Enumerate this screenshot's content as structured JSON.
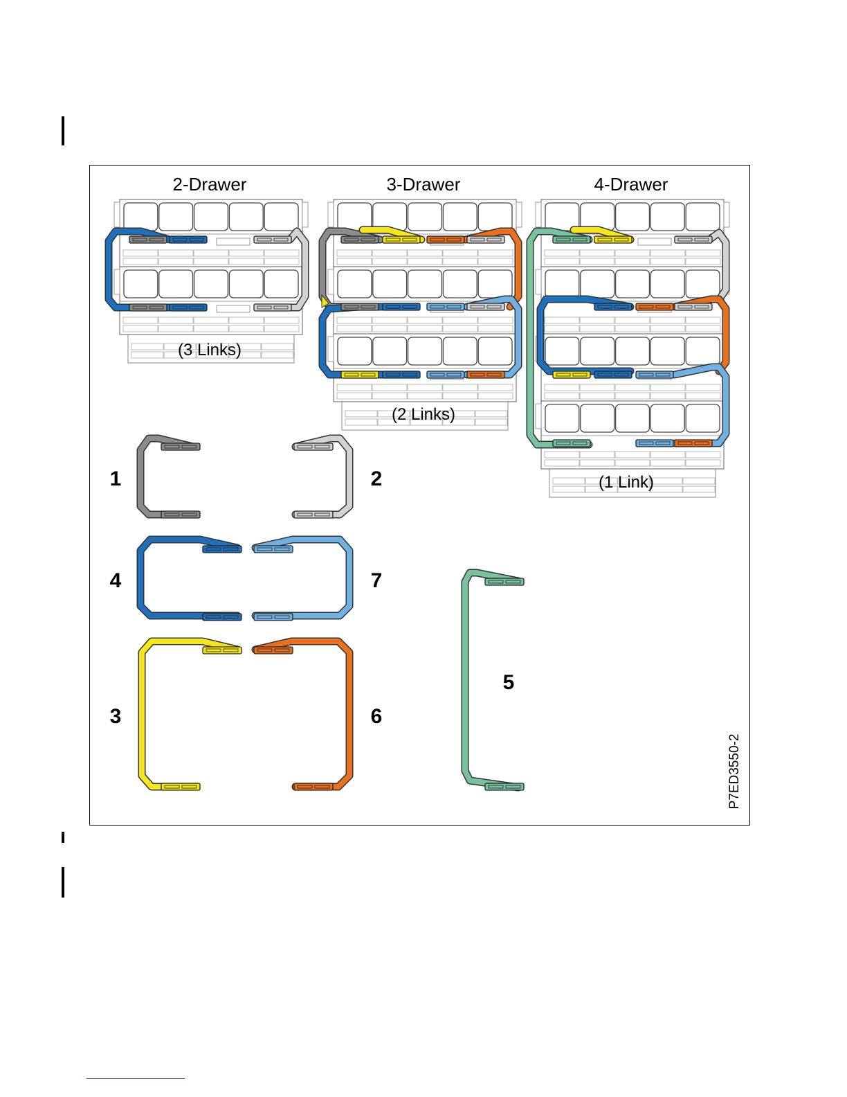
{
  "figure": {
    "configs": [
      {
        "title": "2-Drawer",
        "links": "(3 Links)"
      },
      {
        "title": "3-Drawer",
        "links": "(2 Links)"
      },
      {
        "title": "4-Drawer",
        "links": "(1 Link)"
      }
    ],
    "cables": [
      {
        "label": "1",
        "color": "#8c8c8c"
      },
      {
        "label": "2",
        "color": "#d3d3d3"
      },
      {
        "label": "3",
        "color": "#f5e61d"
      },
      {
        "label": "4",
        "color": "#1f6fba"
      },
      {
        "label": "5",
        "color": "#78c2a0"
      },
      {
        "label": "6",
        "color": "#e8701f"
      },
      {
        "label": "7",
        "color": "#6fb1e3"
      }
    ],
    "figure_id": "P7ED3550-2"
  }
}
